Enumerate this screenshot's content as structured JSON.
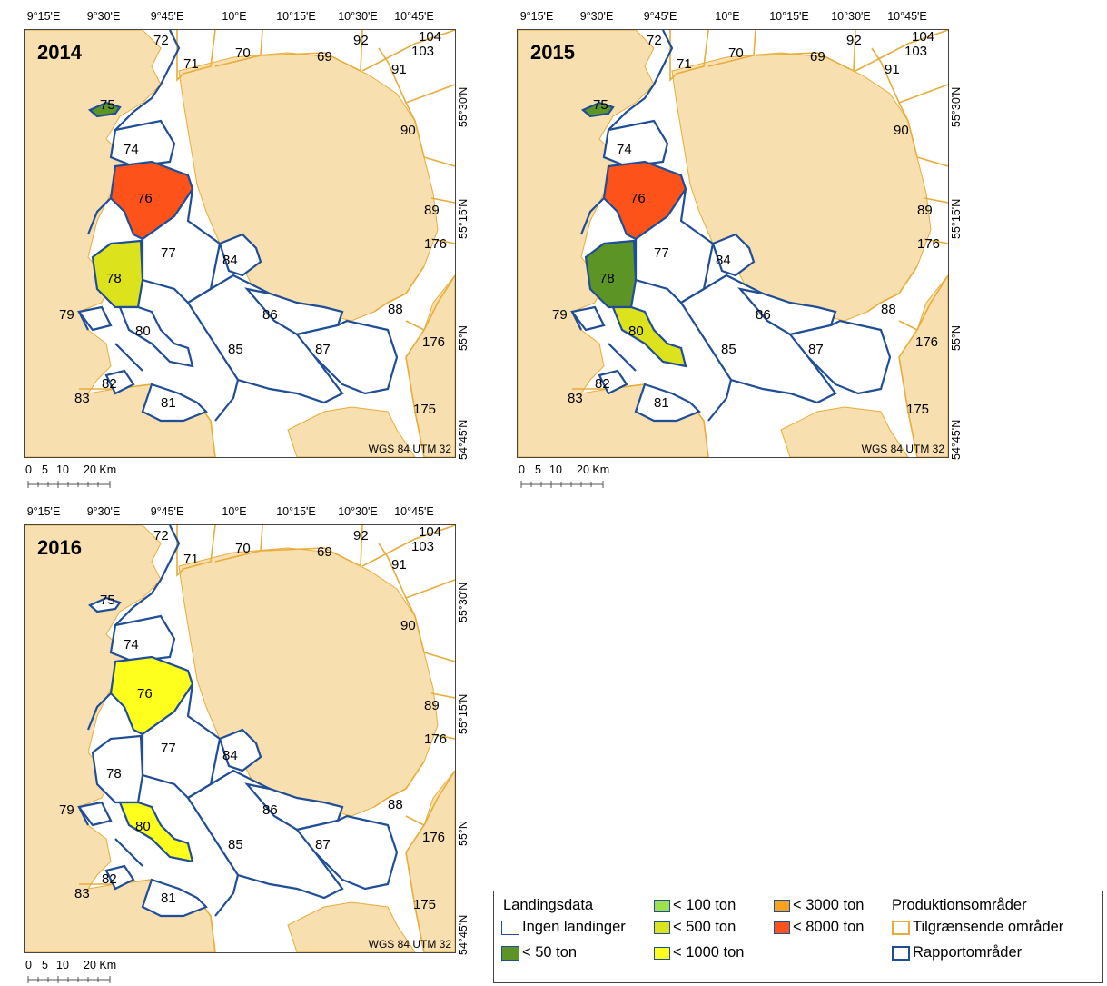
{
  "lon_ticks": [
    "9°15'E",
    "9°30'E",
    "9°45'E",
    "10°E",
    "10°15'E",
    "10°30'E",
    "10°45'E"
  ],
  "lat_ticks": [
    "55°30'N",
    "55°15'N",
    "55°N",
    "54°45'N"
  ],
  "crs_label": "WGS 84 UTM 32",
  "scale": {
    "labels": [
      "0",
      "5",
      "10",
      "20 Km"
    ]
  },
  "colors": {
    "land": "#f8dfb0",
    "sea": "#ffffff",
    "report_border": "#1f4e96",
    "adjacent_border": "#e8ac3a",
    "dark_green": "#5d9426",
    "light_green": "#9de24a",
    "yellow_green": "#dce31c",
    "yellow": "#ffff1e",
    "orange": "#f9a21c",
    "red_orange": "#fd531a"
  },
  "panels": [
    {
      "year": "2014",
      "fills": {
        "76": "red_orange",
        "78": "yellow_green",
        "75": "dark_green"
      }
    },
    {
      "year": "2015",
      "fills": {
        "76": "red_orange",
        "78": "dark_green",
        "75": "dark_green",
        "80": "yellow_green"
      }
    },
    {
      "year": "2016",
      "fills": {
        "76": "yellow",
        "80": "yellow"
      }
    }
  ],
  "area_labels": [
    "72",
    "71",
    "70",
    "69",
    "92",
    "104",
    "103",
    "91",
    "75",
    "74",
    "90",
    "76",
    "89",
    "176",
    "77",
    "84",
    "78",
    "88",
    "79",
    "86",
    "80",
    "87",
    "85",
    "176",
    "82",
    "83",
    "81",
    "175"
  ],
  "legend": {
    "title": "Landingsdata",
    "items": [
      {
        "label": "Ingen landinger",
        "color": "#ffffff"
      },
      {
        "label": "< 50 ton",
        "color": "#5d9426"
      },
      {
        "label": "< 100 ton",
        "color": "#9de24a"
      },
      {
        "label": "< 500 ton",
        "color": "#dce31c"
      },
      {
        "label": "< 1000 ton",
        "color": "#ffff1e"
      },
      {
        "label": "< 3000 ton",
        "color": "#f9a21c"
      },
      {
        "label": "< 8000 ton",
        "color": "#fd531a"
      }
    ],
    "prod_title": "Produktionsområder",
    "adjacent_label": "Tilgrænsende områder",
    "report_label": "Rapportområder"
  }
}
